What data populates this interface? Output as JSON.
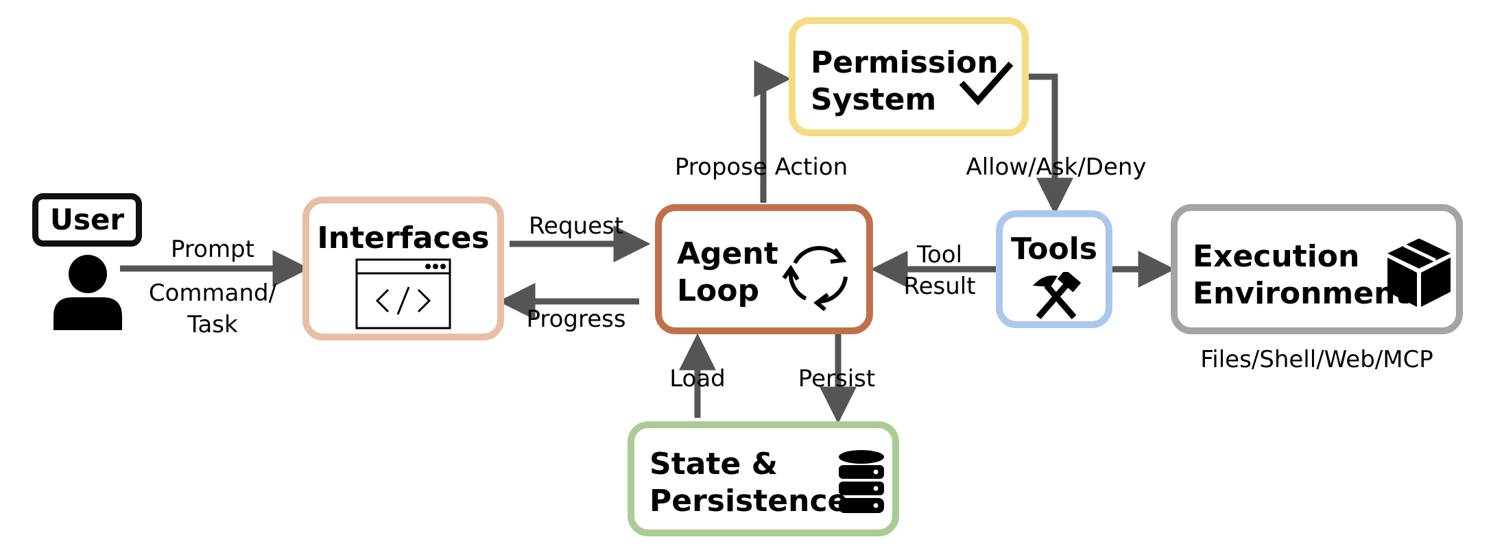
{
  "nodes": {
    "user": {
      "title": "User"
    },
    "interfaces": {
      "title": "Interfaces"
    },
    "agent_loop": {
      "title_1": "Agent",
      "title_2": "Loop"
    },
    "permission": {
      "title_1": "Permission",
      "title_2": "System"
    },
    "tools": {
      "title": "Tools"
    },
    "execution": {
      "title_1": "Execution",
      "title_2": "Environment",
      "caption": "Files/Shell/Web/MCP"
    },
    "state": {
      "title_1": "State &",
      "title_2": "Persistence"
    }
  },
  "edges": {
    "prompt": "Prompt",
    "command_1": "Command/",
    "command_2": "Task",
    "request": "Request",
    "progress": "Progress",
    "propose": "Propose Action",
    "allow": "Allow/Ask/Deny",
    "tool_result_1": "Tool",
    "tool_result_2": "Result",
    "load": "Load",
    "persist": "Persist"
  },
  "colors": {
    "user": "#111111",
    "interfaces": "#e8bfa4",
    "agent_loop": "#c0714c",
    "permission": "#f5dc82",
    "tools": "#a9c8ec",
    "execution": "#a4a4a4",
    "state": "#a9cc95",
    "arrow": "#555555"
  }
}
